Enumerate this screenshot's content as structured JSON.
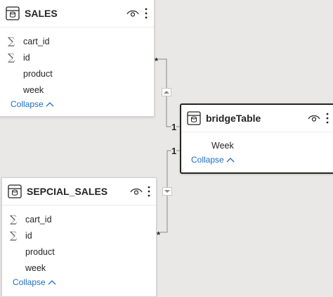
{
  "tables": [
    {
      "title": "SALES",
      "icon": "table-icon",
      "fields": [
        {
          "name": "cart_id",
          "aggregate": true
        },
        {
          "name": "id",
          "aggregate": true
        },
        {
          "name": "product",
          "aggregate": false
        },
        {
          "name": "week",
          "aggregate": false
        }
      ],
      "collapse_label": "Collapse"
    },
    {
      "title": "bridgeTable",
      "icon": "table-icon",
      "fields": [
        {
          "name": "Week",
          "aggregate": false
        }
      ],
      "collapse_label": "Collapse"
    },
    {
      "title": "SEPCIAL_SALES",
      "icon": "table-icon",
      "fields": [
        {
          "name": "cart_id",
          "aggregate": true
        },
        {
          "name": "id",
          "aggregate": true
        },
        {
          "name": "product",
          "aggregate": false
        },
        {
          "name": "week",
          "aggregate": false
        }
      ],
      "collapse_label": "Collapse"
    }
  ],
  "relationships": [
    {
      "from_cardinality": "*",
      "to_cardinality": "1",
      "direction": "up"
    },
    {
      "from_cardinality": "1",
      "to_cardinality": "*",
      "direction": "down"
    }
  ],
  "sigma_symbol": "∑",
  "colors": {
    "canvas": "#e9e8e7",
    "card": "#ffffff",
    "link": "#1b6ec2",
    "text": "#252423"
  }
}
